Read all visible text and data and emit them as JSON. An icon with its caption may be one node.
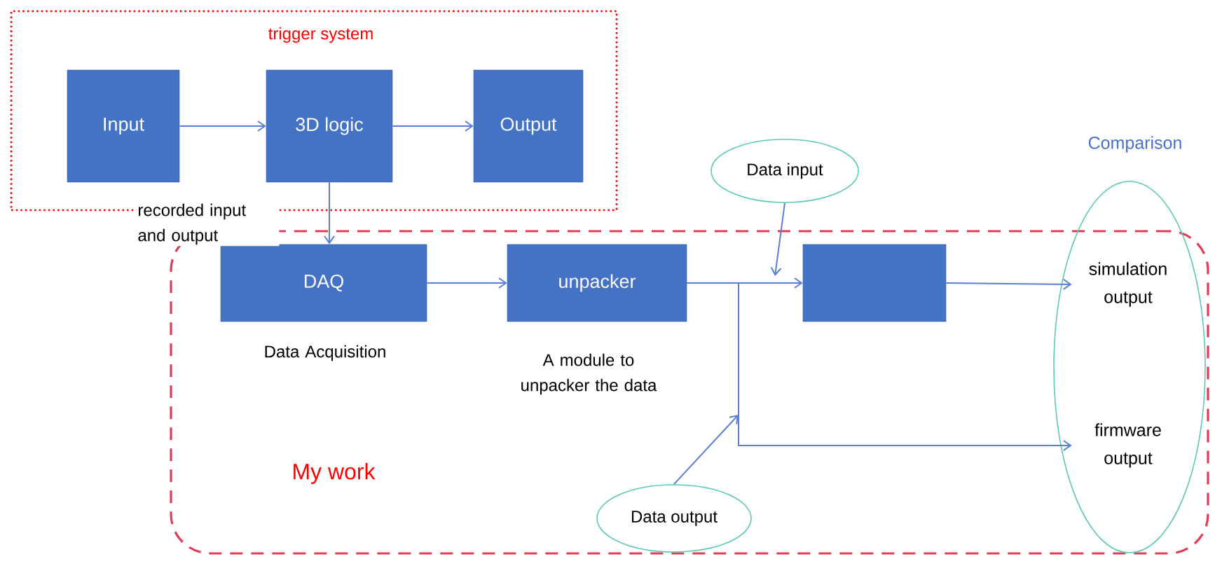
{
  "diagram": {
    "nodes": [
      {
        "text": [
          "trigger system"
        ]
      },
      {
        "text": [
          "Input"
        ],
        "in": 0
      },
      {
        "text": [
          "3D logic"
        ],
        "in": 0
      },
      {
        "text": [
          "Output"
        ],
        "in": 0
      },
      {
        "text": [
          "My work"
        ]
      },
      {
        "text": [
          "DAQ"
        ],
        "in": 4,
        "beside": [
          "Data Acquisition"
        ]
      },
      {
        "text": [
          "unpacker"
        ],
        "in": 4,
        "beside": [
          "A module to unpacker the data"
        ]
      },
      {
        "text": [],
        "shape": "box",
        "in": 4
      },
      {
        "text": [
          "Data input"
        ]
      },
      {
        "text": [
          "Data output"
        ],
        "in": 4
      },
      {
        "text": [
          "Comparison"
        ]
      },
      {
        "text": [
          "simulation output"
        ],
        "in": 10
      },
      {
        "text": [
          "firmware output"
        ],
        "in": 10
      }
    ],
    "edges": [
      {
        "from": 1,
        "to": 2,
        "arrow": "to"
      },
      {
        "from": 2,
        "to": 3,
        "arrow": "to"
      },
      {
        "from": 2,
        "to": 5,
        "arrow": "to",
        "label": "recorded input and output"
      },
      {
        "from": 5,
        "to": 6,
        "arrow": "to"
      },
      {
        "from": 6,
        "to": 7,
        "arrow": "to"
      },
      {
        "from": 6,
        "to": 12,
        "arrow": "to"
      },
      {
        "from": 7,
        "to": 11,
        "arrow": "to"
      },
      {
        "from": 8,
        "to": null,
        "arrow": "to"
      },
      {
        "from": 9,
        "to": null,
        "arrow": "to"
      }
    ]
  }
}
